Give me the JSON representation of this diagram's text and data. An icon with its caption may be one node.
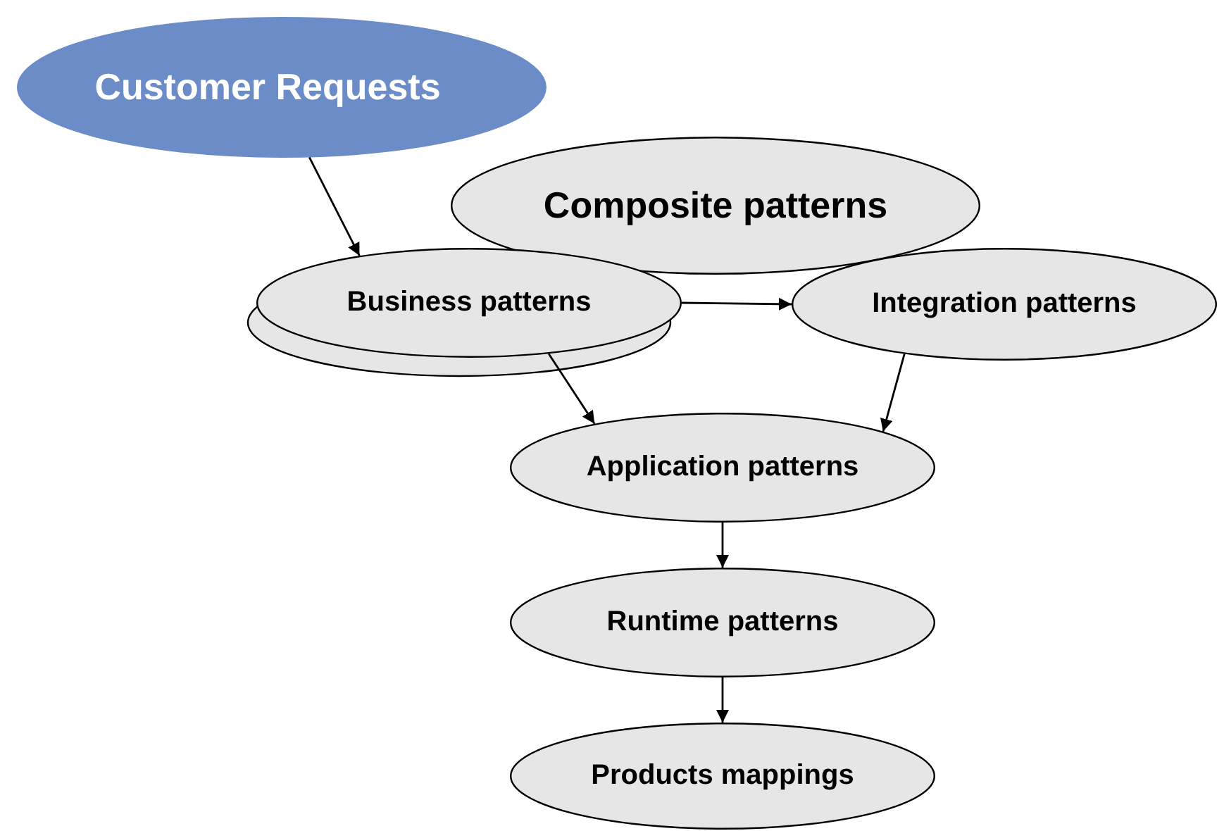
{
  "diagram": {
    "nodes": [
      {
        "text": [
          "Customer Requests"
        ]
      },
      {
        "text": [
          "Composite patterns"
        ]
      },
      {
        "text": [
          "Business patterns"
        ]
      },
      {
        "text": [
          "Integration patterns"
        ]
      },
      {
        "text": [
          "Application patterns"
        ]
      },
      {
        "text": [
          "Runtime patterns"
        ]
      },
      {
        "text": [
          "Products mappings"
        ]
      }
    ],
    "edges": [
      {
        "from": 0,
        "to": 2,
        "arrow": "to"
      },
      {
        "from": 2,
        "to": 3,
        "arrow": "to"
      },
      {
        "from": 2,
        "to": 4,
        "arrow": "to"
      },
      {
        "from": 3,
        "to": 4,
        "arrow": "to"
      },
      {
        "from": 4,
        "to": 5,
        "arrow": "to"
      },
      {
        "from": 5,
        "to": 6,
        "arrow": "to"
      }
    ]
  }
}
